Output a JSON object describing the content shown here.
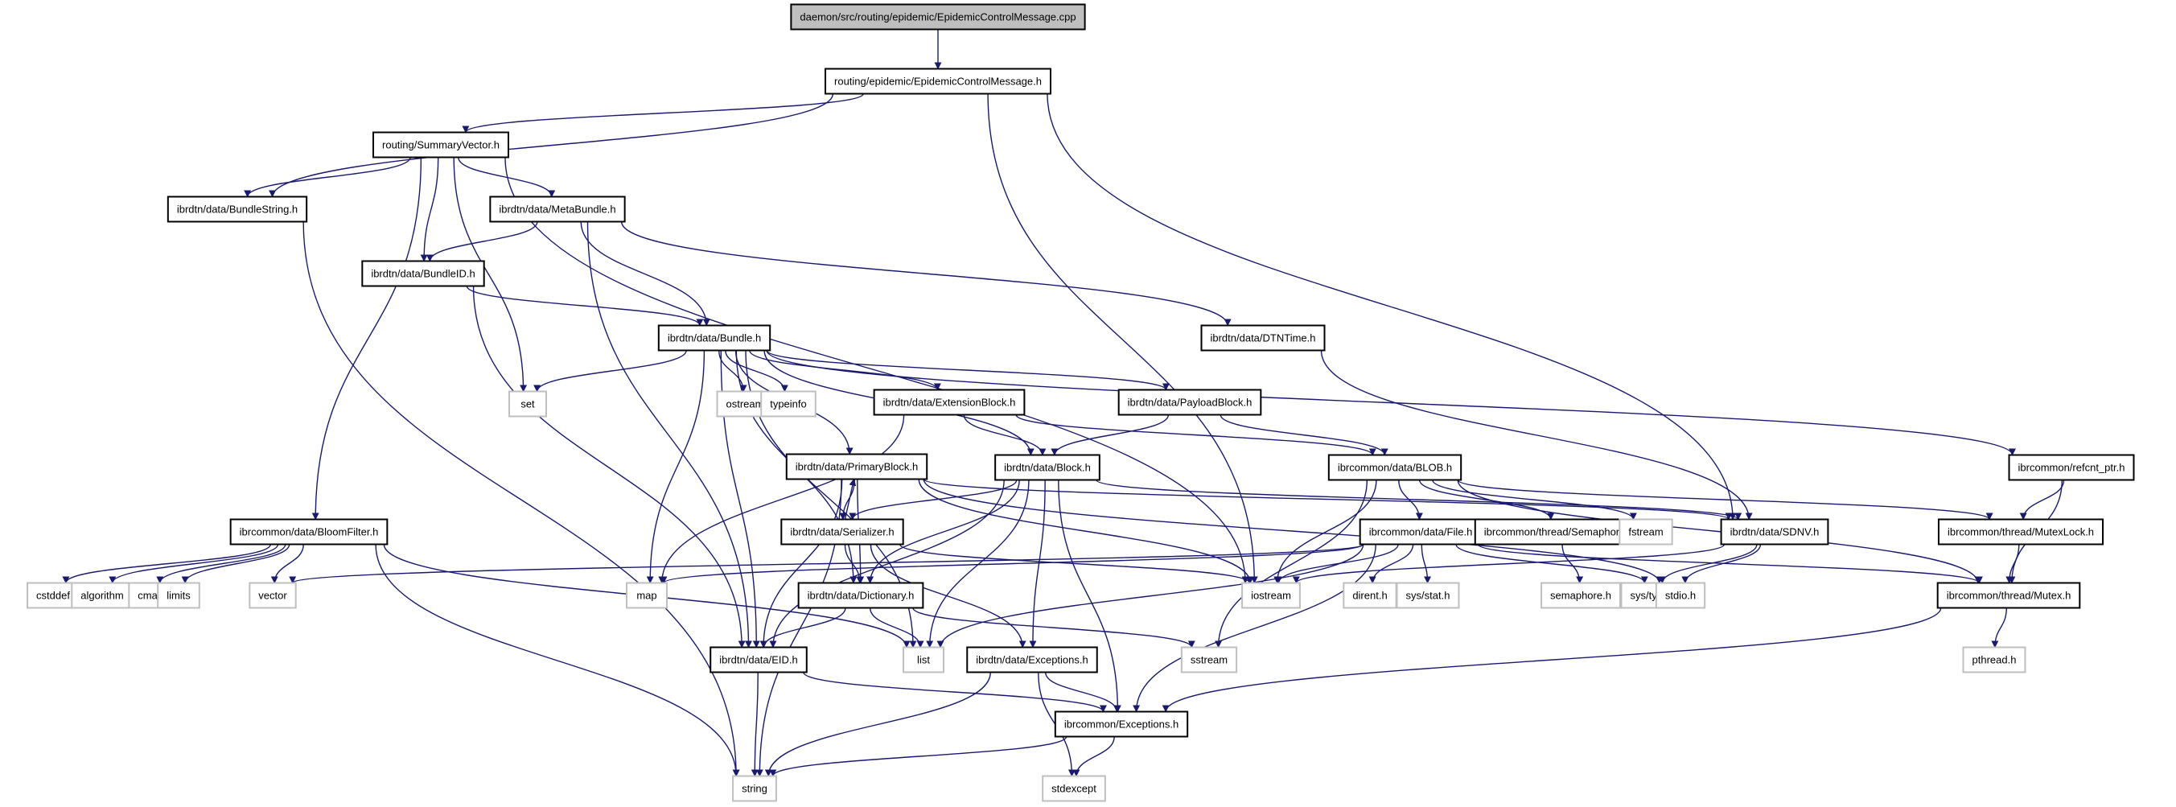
{
  "graph": {
    "title": "Include dependency graph for daemon/src/routing/epidemic/EpidemicControlMessage.cpp",
    "edge_color": "#191970",
    "nodes": [
      {
        "id": "root",
        "label": "daemon/src/routing/epidemic/EpidemicControlMessage.cpp",
        "kind": "root"
      },
      {
        "id": "ecm",
        "label": "routing/epidemic/EpidemicControlMessage.h",
        "kind": "hdr"
      },
      {
        "id": "sv",
        "label": "routing/SummaryVector.h",
        "kind": "hdr"
      },
      {
        "id": "bstr",
        "label": "ibrdtn/data/BundleString.h",
        "kind": "hdr"
      },
      {
        "id": "meta",
        "label": "ibrdtn/data/MetaBundle.h",
        "kind": "hdr"
      },
      {
        "id": "bid",
        "label": "ibrdtn/data/BundleID.h",
        "kind": "hdr"
      },
      {
        "id": "bundle",
        "label": "ibrdtn/data/Bundle.h",
        "kind": "hdr"
      },
      {
        "id": "dtntime",
        "label": "ibrdtn/data/DTNTime.h",
        "kind": "hdr"
      },
      {
        "id": "set",
        "label": "set",
        "kind": "sys"
      },
      {
        "id": "ostream",
        "label": "ostream",
        "kind": "sys"
      },
      {
        "id": "typeinfo",
        "label": "typeinfo",
        "kind": "sys"
      },
      {
        "id": "ext",
        "label": "ibrdtn/data/ExtensionBlock.h",
        "kind": "hdr"
      },
      {
        "id": "payload",
        "label": "ibrdtn/data/PayloadBlock.h",
        "kind": "hdr"
      },
      {
        "id": "refcnt",
        "label": "ibrcommon/refcnt_ptr.h",
        "kind": "hdr"
      },
      {
        "id": "primary",
        "label": "ibrdtn/data/PrimaryBlock.h",
        "kind": "hdr"
      },
      {
        "id": "block",
        "label": "ibrdtn/data/Block.h",
        "kind": "hdr"
      },
      {
        "id": "blob",
        "label": "ibrcommon/data/BLOB.h",
        "kind": "hdr"
      },
      {
        "id": "bloom",
        "label": "ibrcommon/data/BloomFilter.h",
        "kind": "hdr"
      },
      {
        "id": "serial",
        "label": "ibrdtn/data/Serializer.h",
        "kind": "hdr"
      },
      {
        "id": "file",
        "label": "ibrcommon/data/File.h",
        "kind": "hdr"
      },
      {
        "id": "sema",
        "label": "ibrcommon/thread/Semaphore.h",
        "kind": "hdr"
      },
      {
        "id": "fstream",
        "label": "fstream",
        "kind": "sys"
      },
      {
        "id": "sdnv",
        "label": "ibrdtn/data/SDNV.h",
        "kind": "hdr"
      },
      {
        "id": "mlock",
        "label": "ibrcommon/thread/MutexLock.h",
        "kind": "hdr"
      },
      {
        "id": "cstddef",
        "label": "cstddef",
        "kind": "sys"
      },
      {
        "id": "algorithm",
        "label": "algorithm",
        "kind": "sys"
      },
      {
        "id": "cmath",
        "label": "cmath",
        "kind": "sys"
      },
      {
        "id": "limits",
        "label": "limits",
        "kind": "sys"
      },
      {
        "id": "vector",
        "label": "vector",
        "kind": "sys"
      },
      {
        "id": "map",
        "label": "map",
        "kind": "sys"
      },
      {
        "id": "dict",
        "label": "ibrdtn/data/Dictionary.h",
        "kind": "hdr"
      },
      {
        "id": "iostream",
        "label": "iostream",
        "kind": "sys"
      },
      {
        "id": "dirent",
        "label": "dirent.h",
        "kind": "sys"
      },
      {
        "id": "sysstat",
        "label": "sys/stat.h",
        "kind": "sys"
      },
      {
        "id": "semaphore",
        "label": "semaphore.h",
        "kind": "sys"
      },
      {
        "id": "systypes",
        "label": "sys/types.h",
        "kind": "sys"
      },
      {
        "id": "stdio",
        "label": "stdio.h",
        "kind": "sys"
      },
      {
        "id": "mutex",
        "label": "ibrcommon/thread/Mutex.h",
        "kind": "hdr"
      },
      {
        "id": "eid",
        "label": "ibrdtn/data/EID.h",
        "kind": "hdr"
      },
      {
        "id": "list",
        "label": "list",
        "kind": "sys"
      },
      {
        "id": "dexc",
        "label": "ibrdtn/data/Exceptions.h",
        "kind": "hdr"
      },
      {
        "id": "sstream",
        "label": "sstream",
        "kind": "sys"
      },
      {
        "id": "pthread",
        "label": "pthread.h",
        "kind": "sys"
      },
      {
        "id": "cexc",
        "label": "ibrcommon/Exceptions.h",
        "kind": "hdr"
      },
      {
        "id": "string",
        "label": "string",
        "kind": "sys"
      },
      {
        "id": "stdexcept",
        "label": "stdexcept",
        "kind": "sys"
      }
    ],
    "edges": [
      [
        "root",
        "ecm"
      ],
      [
        "ecm",
        "sv"
      ],
      [
        "ecm",
        "bstr"
      ],
      [
        "ecm",
        "iostream"
      ],
      [
        "ecm",
        "sdnv"
      ],
      [
        "sv",
        "bstr"
      ],
      [
        "sv",
        "meta"
      ],
      [
        "sv",
        "bid"
      ],
      [
        "sv",
        "set"
      ],
      [
        "sv",
        "iostream"
      ],
      [
        "sv",
        "bloom"
      ],
      [
        "bstr",
        "string"
      ],
      [
        "meta",
        "bid"
      ],
      [
        "meta",
        "bundle"
      ],
      [
        "meta",
        "dtntime"
      ],
      [
        "meta",
        "eid"
      ],
      [
        "bid",
        "bundle"
      ],
      [
        "bid",
        "eid"
      ],
      [
        "dtntime",
        "sdnv"
      ],
      [
        "bundle",
        "set"
      ],
      [
        "bundle",
        "ostream"
      ],
      [
        "bundle",
        "typeinfo"
      ],
      [
        "bundle",
        "ext"
      ],
      [
        "bundle",
        "payload"
      ],
      [
        "bundle",
        "refcnt"
      ],
      [
        "bundle",
        "primary"
      ],
      [
        "bundle",
        "block"
      ],
      [
        "bundle",
        "map"
      ],
      [
        "bundle",
        "eid"
      ],
      [
        "bundle",
        "list"
      ],
      [
        "bundle",
        "dict"
      ],
      [
        "ext",
        "block"
      ],
      [
        "ext",
        "blob"
      ],
      [
        "ext",
        "map"
      ],
      [
        "payload",
        "block"
      ],
      [
        "payload",
        "blob"
      ],
      [
        "refcnt",
        "mlock"
      ],
      [
        "refcnt",
        "mutex"
      ],
      [
        "primary",
        "serial"
      ],
      [
        "primary",
        "dict"
      ],
      [
        "primary",
        "eid"
      ],
      [
        "primary",
        "string"
      ],
      [
        "primary",
        "iostream"
      ],
      [
        "primary",
        "sdnv"
      ],
      [
        "primary",
        "stdio"
      ],
      [
        "block",
        "serial"
      ],
      [
        "block",
        "dict"
      ],
      [
        "block",
        "eid"
      ],
      [
        "block",
        "list"
      ],
      [
        "block",
        "dexc"
      ],
      [
        "block",
        "cexc"
      ],
      [
        "block",
        "sdnv"
      ],
      [
        "serial",
        "primary"
      ],
      [
        "serial",
        "dict"
      ],
      [
        "serial",
        "dexc"
      ],
      [
        "serial",
        "iostream"
      ],
      [
        "blob",
        "file"
      ],
      [
        "blob",
        "sema"
      ],
      [
        "blob",
        "fstream"
      ],
      [
        "blob",
        "iostream"
      ],
      [
        "blob",
        "mutex"
      ],
      [
        "blob",
        "mlock"
      ],
      [
        "blob",
        "sstream"
      ],
      [
        "bloom",
        "cstddef"
      ],
      [
        "bloom",
        "algorithm"
      ],
      [
        "bloom",
        "cmath"
      ],
      [
        "bloom",
        "limits"
      ],
      [
        "bloom",
        "vector"
      ],
      [
        "bloom",
        "list"
      ],
      [
        "bloom",
        "string"
      ],
      [
        "file",
        "iostream"
      ],
      [
        "file",
        "dirent"
      ],
      [
        "file",
        "sysstat"
      ],
      [
        "file",
        "systypes"
      ],
      [
        "file",
        "list"
      ],
      [
        "file",
        "vector"
      ],
      [
        "file",
        "map"
      ],
      [
        "file",
        "cexc"
      ],
      [
        "file",
        "mutex"
      ],
      [
        "sema",
        "semaphore"
      ],
      [
        "sdnv",
        "iostream"
      ],
      [
        "sdnv",
        "systypes"
      ],
      [
        "sdnv",
        "stdio"
      ],
      [
        "mlock",
        "mutex"
      ],
      [
        "mutex",
        "pthread"
      ],
      [
        "mutex",
        "cexc"
      ],
      [
        "dict",
        "eid"
      ],
      [
        "dict",
        "list"
      ],
      [
        "dict",
        "sstream"
      ],
      [
        "eid",
        "string"
      ],
      [
        "eid",
        "cexc"
      ],
      [
        "dexc",
        "cexc"
      ],
      [
        "dexc",
        "string"
      ],
      [
        "dexc",
        "stdexcept"
      ],
      [
        "cexc",
        "string"
      ],
      [
        "cexc",
        "stdexcept"
      ]
    ]
  }
}
